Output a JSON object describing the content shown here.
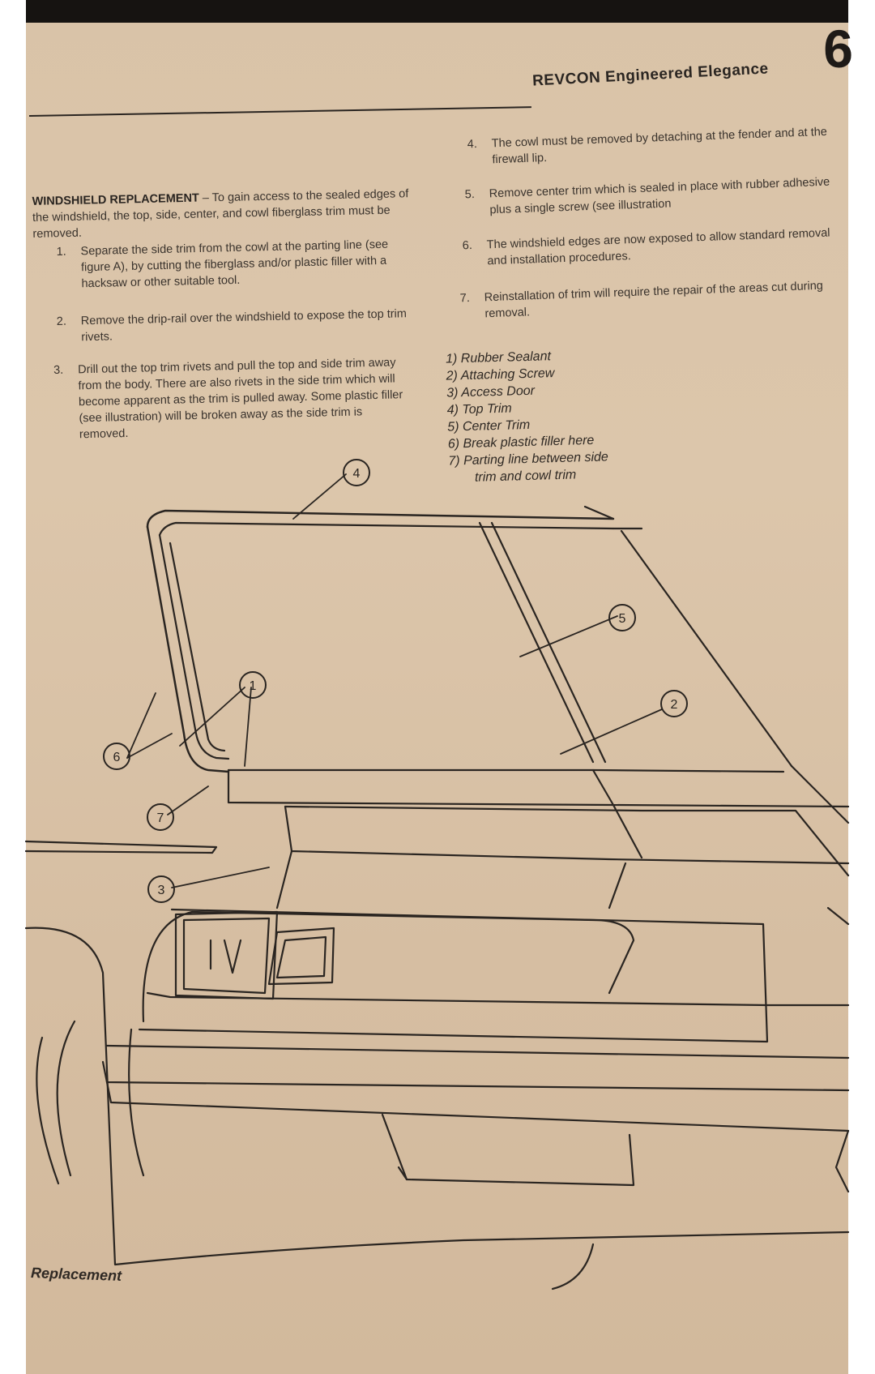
{
  "page": {
    "page_number": "6",
    "header": "REVCON  Engineered Elegance",
    "intro_heading": "WINDSHIELD REPLACEMENT",
    "intro_text": " – To gain access to the sealed edges of the windshield, the top, side, center, and cowl fiberglass trim must be removed.",
    "footer_label": "Replacement"
  },
  "steps": [
    {
      "num": "1.",
      "text": "Separate the side trim from the cowl at the parting line   (see figure A), by cutting the fiberglass and/or plastic filler with a hacksaw or other suitable tool."
    },
    {
      "num": "2.",
      "text": "Remove the drip-rail over the windshield to expose the top trim rivets."
    },
    {
      "num": "3.",
      "text": "Drill out the top trim rivets and pull the top and side trim away from the body. There are also rivets in the side trim which will become apparent as the trim is pulled away. Some plastic filler (see illustration) will be broken away as the side trim is removed."
    },
    {
      "num": "4.",
      "text": "The cowl must be removed by detaching at the fender and at the firewall lip."
    },
    {
      "num": "5.",
      "text": "Remove center trim which is sealed in place with rubber adhesive plus a single screw (see illustration"
    },
    {
      "num": "6.",
      "text": "The windshield edges are now exposed to allow standard removal and installation procedures."
    },
    {
      "num": "7.",
      "text": "Reinstallation of trim will require the repair of the areas cut during removal."
    }
  ],
  "legend": [
    "1) Rubber Sealant",
    "2) Attaching Screw",
    "3) Access Door",
    "4) Top Trim",
    "5) Center Trim",
    "6) Break plastic filler here",
    "7) Parting line between side",
    "trim and cowl trim"
  ],
  "callouts": [
    "1",
    "2",
    "3",
    "4",
    "5",
    "6",
    "7"
  ]
}
